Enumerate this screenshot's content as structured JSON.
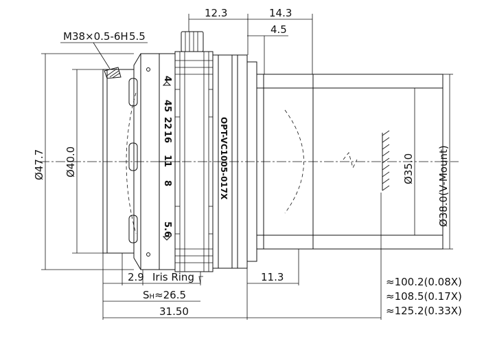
{
  "dimensions": {
    "thread": "M38×0.5-6H",
    "d_47_7": "Ø47.7",
    "d_40_0": "Ø40.0",
    "d_35_0": "Ø35.0",
    "d_38_0": "Ø38.0(V-Mount)",
    "l_12_3": "12.3",
    "l_14_3": "14.3",
    "l_4_5": "4.5",
    "l_5_5": "5.5",
    "l_2_9": "2.9",
    "iris_ring": "Iris Ring",
    "l_11_3": "11.3",
    "sh_prefix": "S",
    "sh_sub": "H",
    "sh_value": "≈26.5",
    "l_31_50": "31.50",
    "wd_1": "≈100.2(0.08X)",
    "wd_2": "≈108.5(0.17X)",
    "wd_3": "≈125.2(0.33X)"
  },
  "lens": {
    "model": "OPT-VC1005-017X",
    "f_stops": [
      "4",
      "5.6",
      "8",
      "11",
      "16",
      "22",
      "45"
    ]
  }
}
